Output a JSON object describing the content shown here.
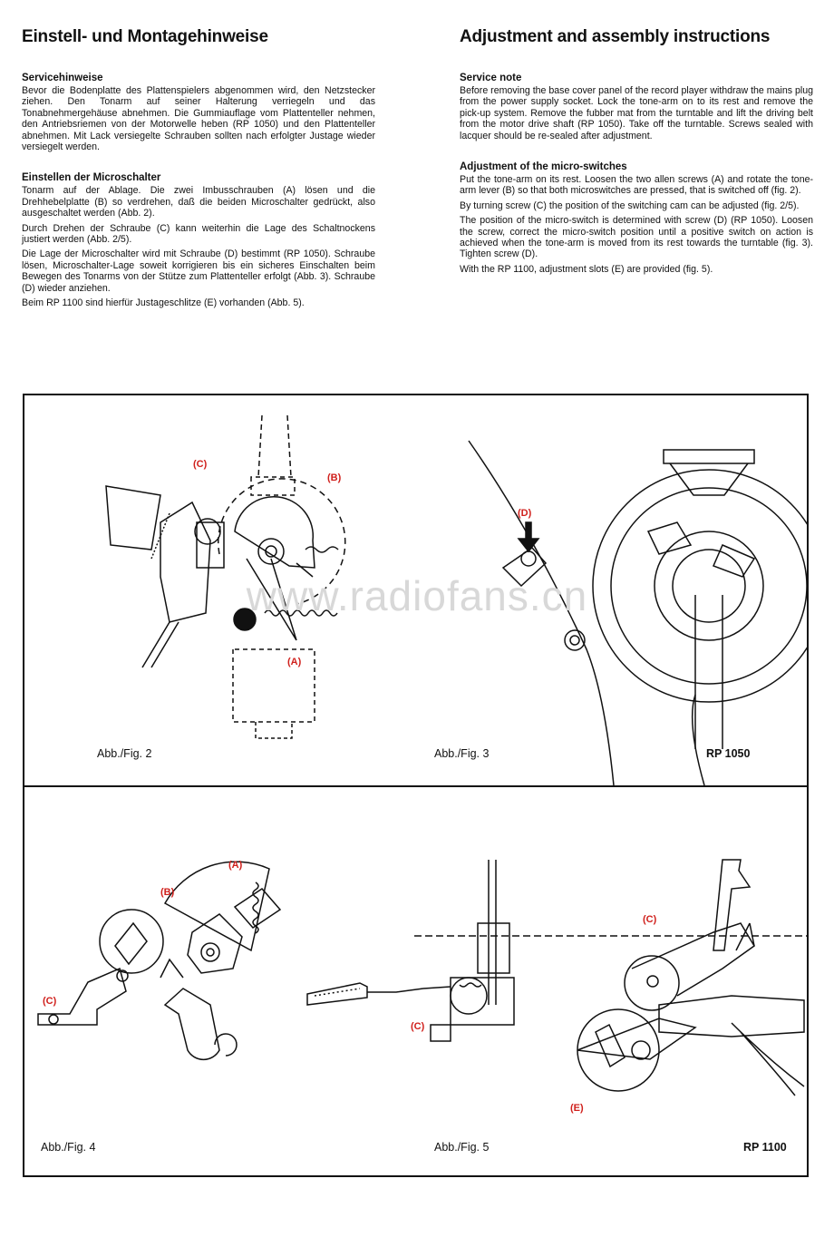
{
  "german": {
    "title": "Einstell- und Montagehinweise",
    "sections": [
      {
        "heading": "Servicehinweise",
        "paragraphs": [
          "Bevor die Bodenplatte des Plattenspielers abgenommen wird, den Netzstecker ziehen. Den Tonarm auf seiner Halterung verriegeln und das Tonabnehmergehäuse abnehmen. Die Gummiauflage vom Plattenteller nehmen, den Antriebsriemen von der Motorwelle heben (RP 1050) und den Plattenteller abnehmen. Mit Lack versiegelte Schrauben sollten nach erfolgter Justage wieder versiegelt werden."
        ]
      },
      {
        "heading": "Einstellen der Microschalter",
        "paragraphs": [
          "Tonarm auf der Ablage. Die zwei Imbusschrauben (A) lösen und die Drehhebelplatte (B) so verdrehen, daß die beiden Microschalter gedrückt, also ausgeschaltet werden (Abb. 2).",
          "Durch Drehen der Schraube (C) kann weiterhin die Lage des Schaltnockens justiert werden (Abb. 2/5).",
          "Die Lage der Microschalter wird mit Schraube (D) bestimmt (RP 1050). Schraube lösen, Microschalter-Lage soweit korrigieren bis ein sicheres Einschalten beim Bewegen des Tonarms von der Stütze zum Plattenteller erfolgt (Abb. 3). Schraube (D) wieder anziehen.",
          "Beim RP 1100 sind hierfür Justageschlitze (E) vorhanden (Abb. 5)."
        ]
      }
    ]
  },
  "english": {
    "title": "Adjustment and assembly instructions",
    "sections": [
      {
        "heading": "Service note",
        "paragraphs": [
          "Before removing the base cover panel of the record player withdraw the mains plug from the power supply socket. Lock the tone-arm on to its rest and remove the pick-up system. Remove the fubber mat from the turntable and lift the driving belt from the motor drive shaft (RP 1050). Take off the turntable. Screws sealed with lacquer should be re-sealed after adjustment."
        ]
      },
      {
        "heading": "Adjustment of the micro-switches",
        "paragraphs": [
          "Put the tone-arm on its rest. Loosen the two allen screws (A) and rotate the tone-arm lever (B) so that both microswitches are pressed, that is switched off (fig. 2).",
          "By turning screw (C) the position of the switching cam can be adjusted (fig. 2/5).",
          "The position of the micro-switch is determined with screw (D) (RP 1050). Loosen the screw, correct the micro-switch position until a positive switch on action is achieved when the tone-arm is moved from its rest towards the turntable (fig. 3). Tighten screw (D).",
          "With the RP 1100, adjustment slots (E) are provided (fig. 5)."
        ]
      }
    ]
  },
  "figures_top": {
    "fig2_caption": "Abb./Fig. 2",
    "fig3_caption": "Abb./Fig. 3",
    "model": "RP 1050",
    "callouts": {
      "c": "(C)",
      "b": "(B)",
      "a": "(A)",
      "d": "(D)"
    }
  },
  "figures_bottom": {
    "fig4_caption": "Abb./Fig. 4",
    "fig5_caption": "Abb./Fig. 5",
    "model": "RP 1100",
    "callouts": {
      "a": "(A)",
      "b": "(B)",
      "c1": "(C)",
      "c2": "(C)",
      "c3": "(C)",
      "e": "(E)"
    }
  },
  "watermark": "www.radiofans.cn",
  "colors": {
    "callout": "#d0201c",
    "line": "#111111"
  }
}
